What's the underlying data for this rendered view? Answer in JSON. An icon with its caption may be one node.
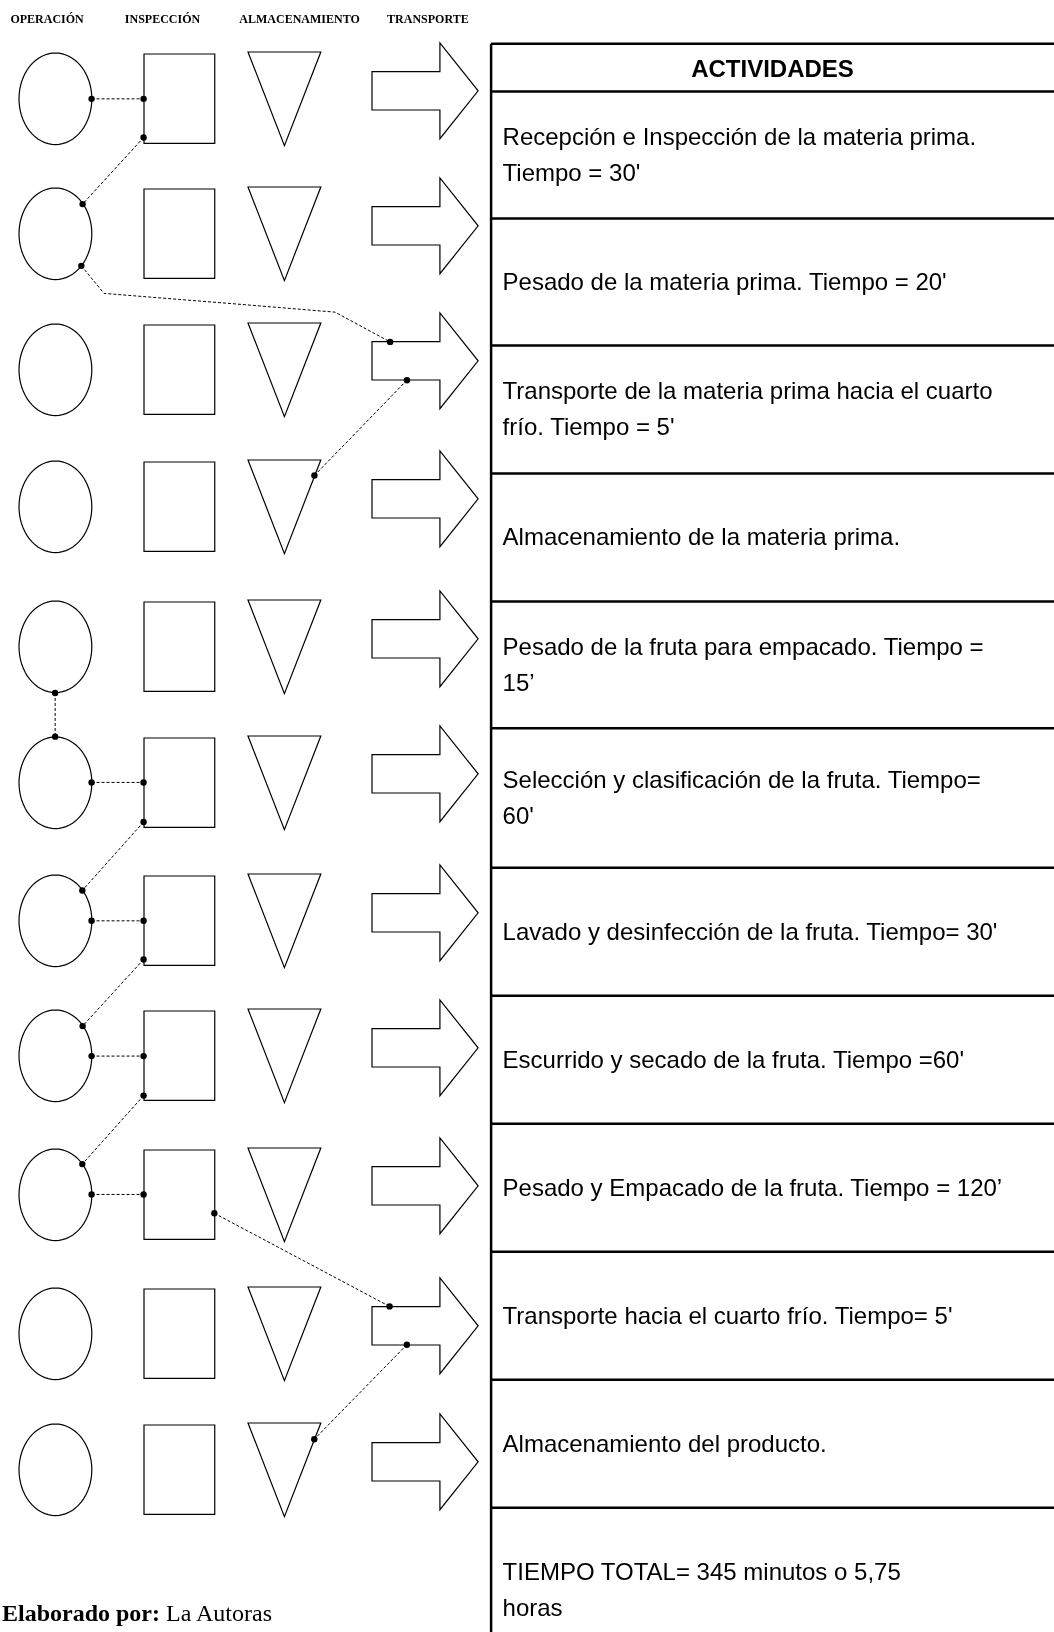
{
  "diagram": {
    "nodes": [
      {
        "text": [],
        "shape": "circle"
      },
      {
        "text": [],
        "shape": "box"
      },
      {
        "text": [],
        "shape": "triangle"
      },
      {
        "text": [],
        "shape": "arrow"
      },
      {
        "text": [],
        "shape": "circle"
      },
      {
        "text": [],
        "shape": "box"
      },
      {
        "text": [],
        "shape": "triangle"
      },
      {
        "text": [],
        "shape": "arrow"
      },
      {
        "text": [],
        "shape": "circle"
      },
      {
        "text": [],
        "shape": "box"
      },
      {
        "text": [],
        "shape": "triangle"
      },
      {
        "text": [],
        "shape": "arrow"
      },
      {
        "text": [],
        "shape": "circle"
      },
      {
        "text": [],
        "shape": "box"
      },
      {
        "text": [],
        "shape": "triangle"
      },
      {
        "text": [],
        "shape": "arrow"
      },
      {
        "text": [],
        "shape": "circle"
      },
      {
        "text": [],
        "shape": "box"
      },
      {
        "text": [],
        "shape": "triangle"
      },
      {
        "text": [],
        "shape": "arrow"
      },
      {
        "text": [],
        "shape": "circle"
      },
      {
        "text": [],
        "shape": "box"
      },
      {
        "text": [],
        "shape": "triangle"
      },
      {
        "text": [],
        "shape": "arrow"
      },
      {
        "text": [],
        "shape": "circle"
      },
      {
        "text": [],
        "shape": "box"
      },
      {
        "text": [],
        "shape": "triangle"
      },
      {
        "text": [],
        "shape": "arrow"
      },
      {
        "text": [],
        "shape": "circle"
      },
      {
        "text": [],
        "shape": "box"
      },
      {
        "text": [],
        "shape": "triangle"
      },
      {
        "text": [],
        "shape": "arrow"
      },
      {
        "text": [],
        "shape": "circle"
      },
      {
        "text": [],
        "shape": "box"
      },
      {
        "text": [],
        "shape": "triangle"
      },
      {
        "text": [],
        "shape": "arrow"
      },
      {
        "text": [],
        "shape": "circle"
      },
      {
        "text": [],
        "shape": "box"
      },
      {
        "text": [],
        "shape": "triangle"
      },
      {
        "text": [],
        "shape": "arrow"
      },
      {
        "text": [],
        "shape": "circle"
      },
      {
        "text": [],
        "shape": "box"
      },
      {
        "text": [],
        "shape": "triangle"
      },
      {
        "text": [],
        "shape": "arrow"
      }
    ],
    "edges": [
      {
        "from": 0,
        "to": 1,
        "arrow": "other",
        "style": "dashed"
      },
      {
        "from": 1,
        "to": 4,
        "arrow": "other",
        "style": "dashed"
      },
      {
        "from": 4,
        "to": 11,
        "arrow": "other",
        "style": "dashed"
      },
      {
        "from": 11,
        "to": 14,
        "arrow": "other",
        "style": "dashed"
      },
      {
        "from": 16,
        "to": 20,
        "arrow": "other",
        "style": "dashed"
      },
      {
        "from": 20,
        "to": 21,
        "arrow": "other",
        "style": "dashed"
      },
      {
        "from": 21,
        "to": 24,
        "arrow": "other",
        "style": "dashed"
      },
      {
        "from": 24,
        "to": 25,
        "arrow": "other",
        "style": "dashed"
      },
      {
        "from": 25,
        "to": 28,
        "arrow": "other",
        "style": "dashed"
      },
      {
        "from": 28,
        "to": 29,
        "arrow": "other",
        "style": "dashed"
      },
      {
        "from": 29,
        "to": 32,
        "arrow": "other",
        "style": "dashed"
      },
      {
        "from": 32,
        "to": 33,
        "arrow": "other",
        "style": "dashed"
      },
      {
        "from": 33,
        "to": 39,
        "arrow": "other",
        "style": "dashed"
      },
      {
        "from": 39,
        "to": 42,
        "arrow": "other",
        "style": "dashed"
      }
    ],
    "labels": [
      "OPERACIÓN",
      "INSPECCIÓN",
      "ALMACENAMIENTO",
      "TRANSPORTE",
      "ACTIVIDADES",
      "Recepción e Inspección de la materia prima. Tiempo = 30'",
      "Pesado de la materia prima. Tiempo = 20'",
      "Transporte de la materia prima hacia el cuarto frío. Tiempo = 5'",
      "Almacenamiento de la materia prima.",
      "Pesado de la fruta para empacado. Tiempo = 15’",
      "Selección y clasificación de la fruta. Tiempo= 60'",
      "Lavado y desinfección de la fruta. Tiempo= 30'",
      "Escurrido y secado de la fruta. Tiempo =60'",
      "Pesado y Empacado de la fruta. Tiempo = 120’",
      "Transporte hacia el cuarto frío. Tiempo= 5'",
      "Almacenamiento del producto.",
      "**Elaborado por:** La Autoras",
      "TIEMPO TOTAL= 345 minutos o 5,75 horas"
    ]
  }
}
